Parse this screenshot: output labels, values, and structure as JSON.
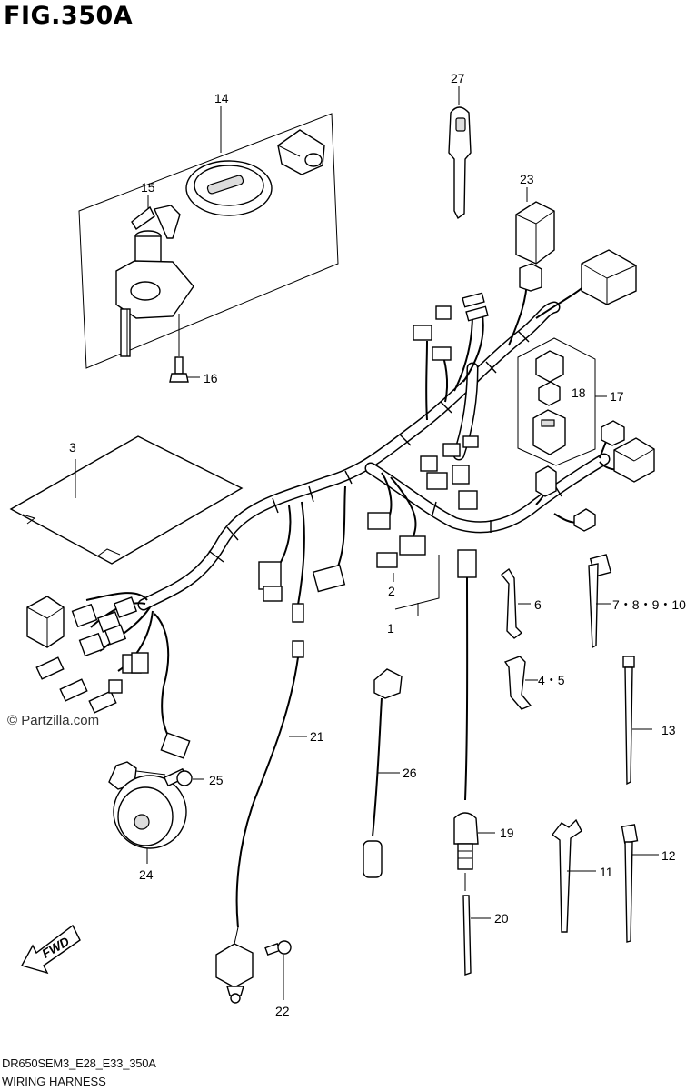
{
  "figure": {
    "title": "FIG.350A",
    "watermark": "© Partzilla.com",
    "model_code": "DR650SEM3_E28_E33_350A",
    "section": "WIRING HARNESS",
    "direction_label": "FWD"
  },
  "callouts": [
    "1",
    "2",
    "3",
    "4・5",
    "6",
    "7・8・9・10",
    "11",
    "12",
    "13",
    "14",
    "15",
    "16",
    "17",
    "18",
    "19",
    "20",
    "21",
    "22",
    "23",
    "24",
    "25",
    "26",
    "27"
  ]
}
